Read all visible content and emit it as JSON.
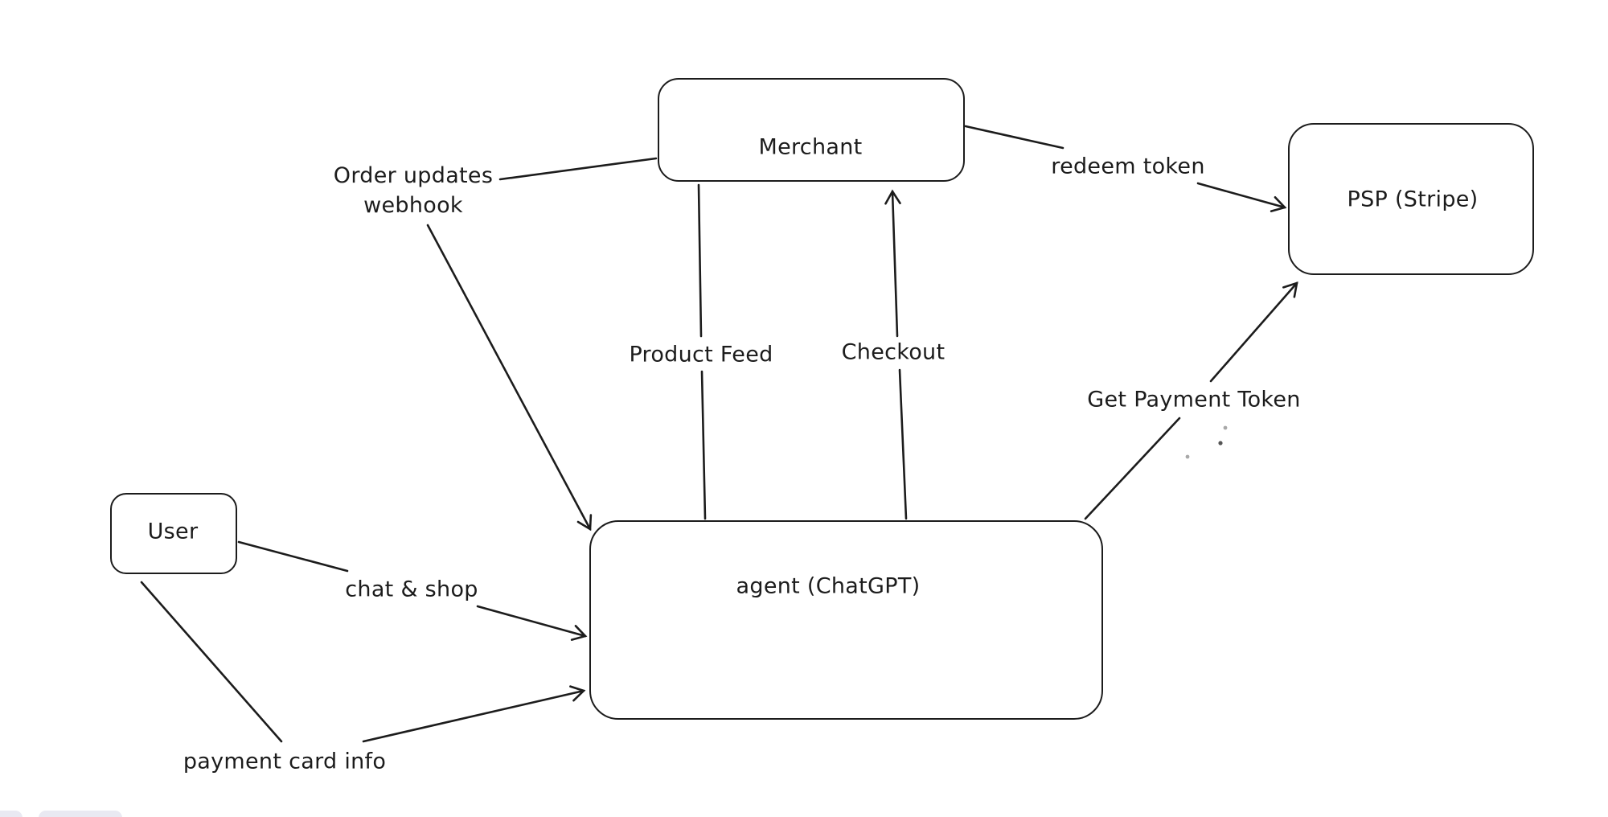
{
  "canvas": {
    "background": "#ffffff",
    "stroke_color": "#1c1c1c",
    "ui_chip_color": "#e9e9f2"
  },
  "nodes": {
    "merchant": {
      "label": "Merchant"
    },
    "psp": {
      "label": "PSP (Stripe)"
    },
    "user": {
      "label": "User"
    },
    "agent": {
      "label": "agent (ChatGPT)"
    }
  },
  "edges": {
    "order_updates_webhook": {
      "label_line1": "Order updates",
      "label_line2": "webhook",
      "from": "Merchant",
      "to": "agent (ChatGPT)"
    },
    "product_feed": {
      "label": "Product Feed",
      "from": "Merchant",
      "to": "agent (ChatGPT)"
    },
    "checkout": {
      "label": "Checkout",
      "from": "agent (ChatGPT)",
      "to": "Merchant"
    },
    "redeem_token": {
      "label": "redeem token",
      "from": "Merchant",
      "to": "PSP (Stripe)"
    },
    "get_payment_token": {
      "label": "Get Payment Token",
      "from": "agent (ChatGPT)",
      "to": "PSP (Stripe)"
    },
    "chat_and_shop": {
      "label": "chat & shop",
      "from": "User",
      "to": "agent (ChatGPT)"
    },
    "payment_card_info": {
      "label": "payment card info",
      "from": "User",
      "to": "agent (ChatGPT)"
    }
  }
}
